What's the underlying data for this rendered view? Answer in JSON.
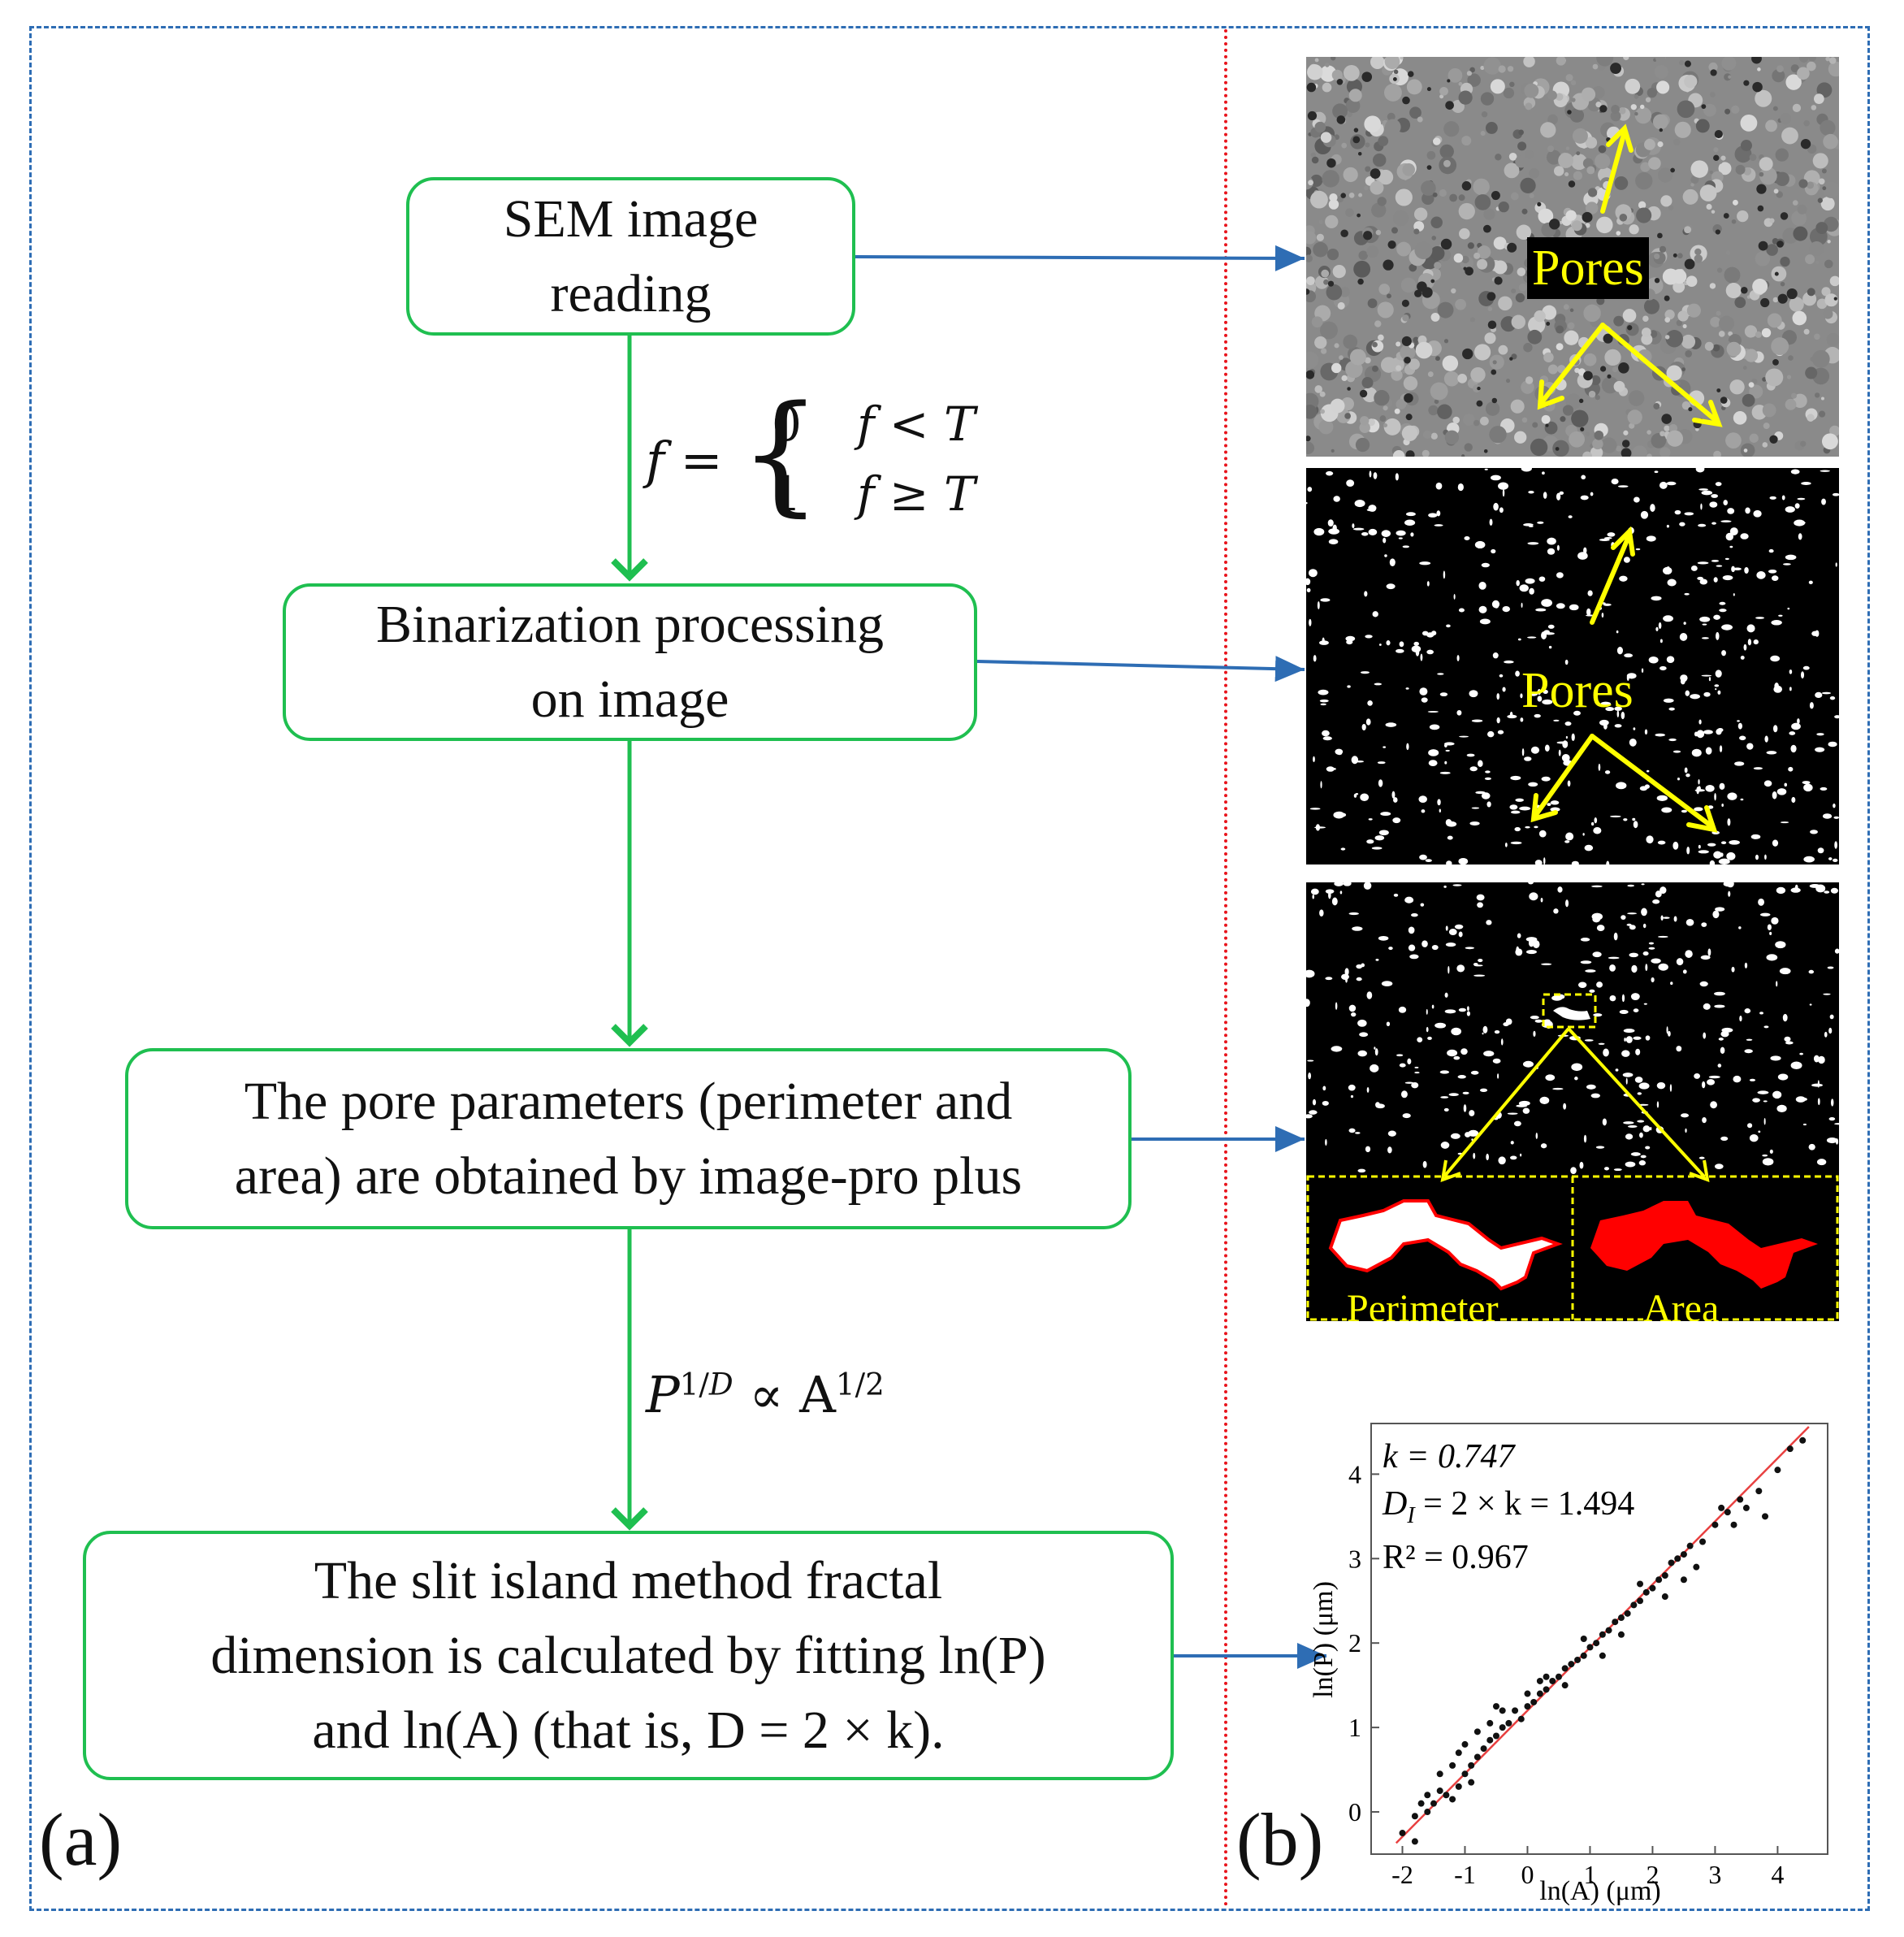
{
  "flow": {
    "step1": {
      "line1": "SEM image",
      "line2": "reading"
    },
    "step2": {
      "line1": "Binarization processing",
      "line2": "on image"
    },
    "step3": {
      "line1": "The pore parameters (perimeter and",
      "line2": "area) are obtained by image-pro plus"
    },
    "step4": {
      "line1": "The slit island method fractal",
      "line2": "dimension is calculated by fitting ln(P)",
      "line3": "and ln(A) (that is, D = 2 × k)."
    }
  },
  "formulas": {
    "threshold": {
      "lhs": "f =",
      "row1_val": "0",
      "row1_cond": "f < T",
      "row2_val": "1",
      "row2_cond": "f ≥ T"
    },
    "power_law": "P^(1/D) ∝ A^(1/2)"
  },
  "labels": {
    "panel_a": "(a)",
    "panel_b": "(b)"
  },
  "images": {
    "sem_label": "Pores",
    "binary_label": "Pores",
    "perimeter_label": "Perimeter",
    "area_label": "Area"
  },
  "colors": {
    "box_border": "#1fbf50",
    "arrow_blue": "#2e6db4",
    "divider": "#e8141c",
    "annotation": "#ffff00",
    "pore_fill": "#ff0000"
  },
  "chart_data": {
    "type": "scatter",
    "xlabel": "ln(A) (μm)",
    "ylabel": "ln(P) (μm)",
    "xlim": [
      -2.5,
      4.8
    ],
    "ylim": [
      -0.5,
      4.6
    ],
    "xticks": [
      -2,
      -1,
      0,
      1,
      2,
      3,
      4
    ],
    "yticks": [
      0,
      1,
      2,
      3,
      4
    ],
    "annotations": {
      "k": "k = 0.747",
      "d": "D = 2 × k = 1.494",
      "d_sub": "I",
      "r2": "R² = 0.967"
    },
    "fit_line": {
      "slope": 0.747,
      "intercept": 1.2,
      "x_range": [
        -2.1,
        4.5
      ]
    },
    "scatter_note": "dense point cloud around the fit line",
    "series": [
      {
        "values": [
          [
            -2.0,
            -0.25
          ],
          [
            -1.8,
            -0.35
          ],
          [
            -1.8,
            -0.05
          ],
          [
            -1.6,
            0.0
          ],
          [
            -1.6,
            0.2
          ],
          [
            -1.5,
            0.1
          ],
          [
            -1.4,
            0.25
          ],
          [
            -1.4,
            0.45
          ],
          [
            -1.3,
            0.2
          ],
          [
            -1.2,
            0.55
          ],
          [
            -1.1,
            0.3
          ],
          [
            -1.1,
            0.7
          ],
          [
            -1.0,
            0.45
          ],
          [
            -1.0,
            0.8
          ],
          [
            -0.9,
            0.55
          ],
          [
            -0.8,
            0.65
          ],
          [
            -0.8,
            0.95
          ],
          [
            -0.7,
            0.75
          ],
          [
            -0.6,
            0.85
          ],
          [
            -0.6,
            1.05
          ],
          [
            -0.5,
            0.9
          ],
          [
            -0.4,
            1.0
          ],
          [
            -0.4,
            1.2
          ],
          [
            -0.3,
            1.05
          ],
          [
            -0.2,
            1.2
          ],
          [
            -0.1,
            1.1
          ],
          [
            0.0,
            1.25
          ],
          [
            0.0,
            1.4
          ],
          [
            0.1,
            1.3
          ],
          [
            0.2,
            1.4
          ],
          [
            0.3,
            1.45
          ],
          [
            0.3,
            1.6
          ],
          [
            0.4,
            1.55
          ],
          [
            0.5,
            1.6
          ],
          [
            0.6,
            1.7
          ],
          [
            0.7,
            1.75
          ],
          [
            0.8,
            1.8
          ],
          [
            0.9,
            1.85
          ],
          [
            1.0,
            1.95
          ],
          [
            1.1,
            2.0
          ],
          [
            1.2,
            2.1
          ],
          [
            1.3,
            2.15
          ],
          [
            1.4,
            2.25
          ],
          [
            1.5,
            2.3
          ],
          [
            1.6,
            2.35
          ],
          [
            1.7,
            2.45
          ],
          [
            1.8,
            2.5
          ],
          [
            1.9,
            2.6
          ],
          [
            2.0,
            2.65
          ],
          [
            2.1,
            2.75
          ],
          [
            2.2,
            2.8
          ],
          [
            2.3,
            2.95
          ],
          [
            2.4,
            3.0
          ],
          [
            2.5,
            3.05
          ],
          [
            2.6,
            3.15
          ],
          [
            2.8,
            3.2
          ],
          [
            3.0,
            3.4
          ],
          [
            3.2,
            3.55
          ],
          [
            3.4,
            3.7
          ],
          [
            3.5,
            3.6
          ],
          [
            3.7,
            3.8
          ],
          [
            4.0,
            4.05
          ],
          [
            4.2,
            4.3
          ],
          [
            4.4,
            4.4
          ],
          [
            -1.7,
            0.1
          ],
          [
            -0.9,
            0.35
          ],
          [
            0.2,
            1.55
          ],
          [
            0.9,
            2.05
          ],
          [
            1.5,
            2.1
          ],
          [
            2.2,
            2.55
          ],
          [
            2.7,
            2.9
          ],
          [
            3.1,
            3.6
          ],
          [
            -1.2,
            0.15
          ],
          [
            -0.5,
            1.25
          ],
          [
            0.6,
            1.5
          ],
          [
            1.2,
            1.85
          ],
          [
            1.8,
            2.7
          ],
          [
            2.5,
            2.75
          ],
          [
            3.3,
            3.4
          ],
          [
            3.8,
            3.5
          ]
        ]
      }
    ]
  }
}
